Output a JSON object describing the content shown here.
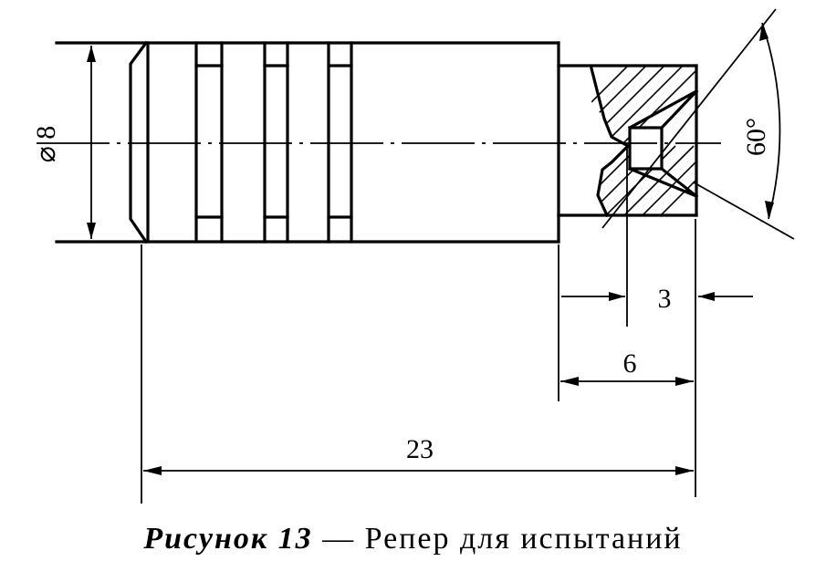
{
  "drawing": {
    "dimensions": {
      "diameter": "⌀ 8",
      "overall_length": "23",
      "counterbore_length": "6",
      "cone_depth": "3",
      "cone_angle": "60°"
    }
  },
  "caption": {
    "label": "Рисунок 13",
    "dash": "—",
    "title": "Репер для испытаний"
  }
}
